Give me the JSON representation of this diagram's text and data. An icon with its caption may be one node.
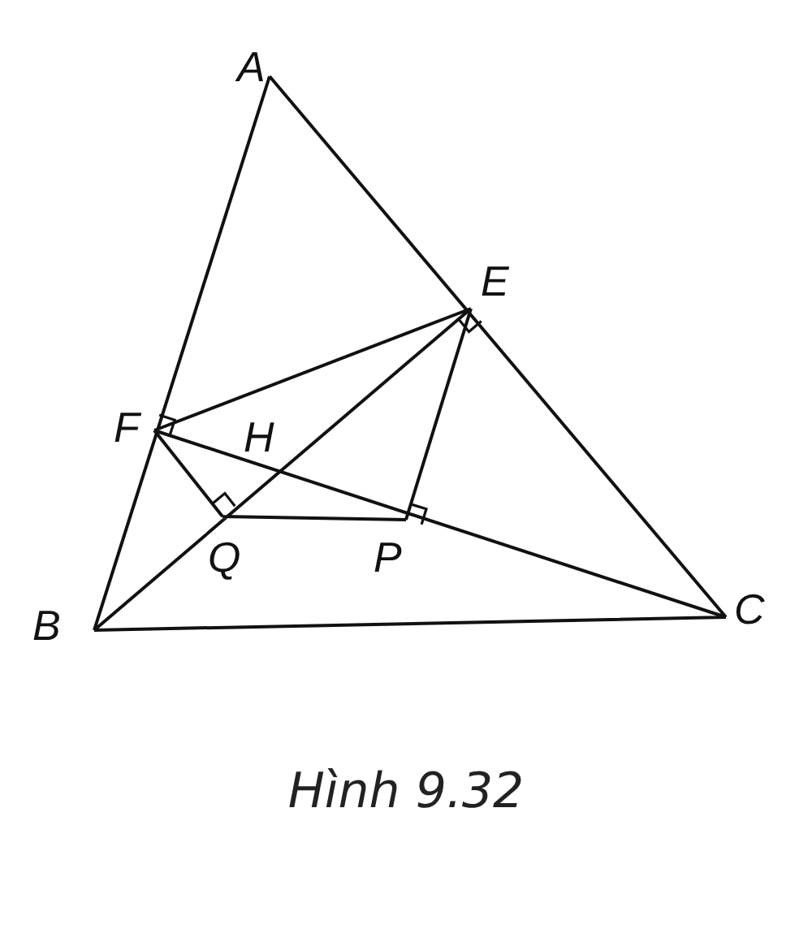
{
  "diagram": {
    "caption": "Hình 9.32",
    "labels": [
      "A",
      "E",
      "F",
      "H",
      "Q",
      "P",
      "B",
      "C"
    ]
  }
}
